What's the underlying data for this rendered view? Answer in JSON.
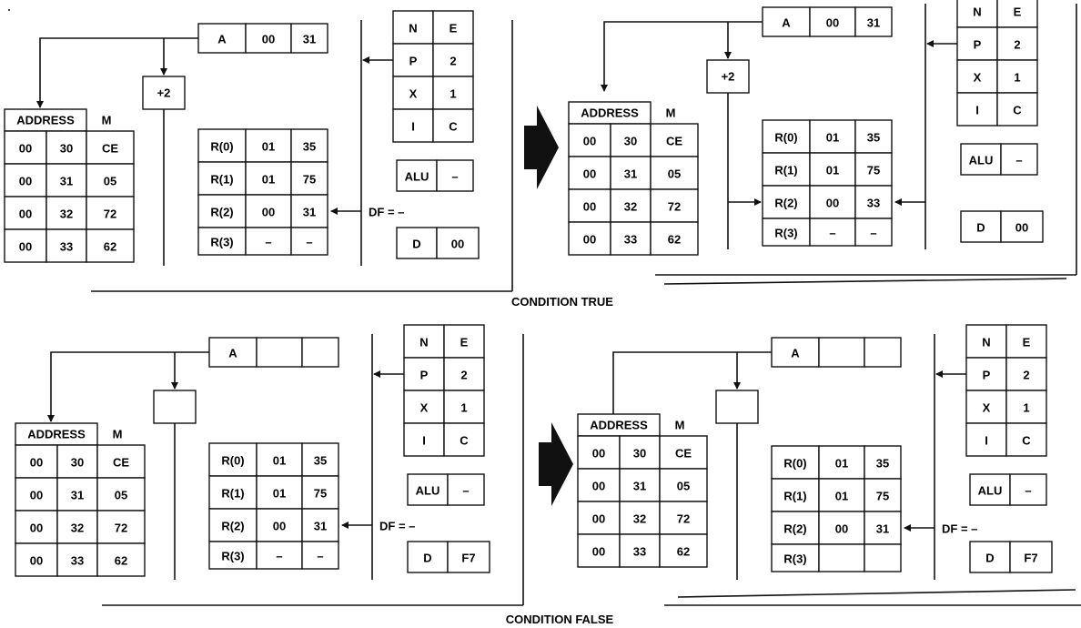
{
  "captions": {
    "condition_true": "CONDITION TRUE",
    "condition_false": "CONDITION FALSE"
  },
  "panels": [
    {
      "id": "true-before",
      "a_register": {
        "label": "A",
        "high": "00",
        "low": "31"
      },
      "adder_label": "+2",
      "memory": {
        "address_header": "ADDRESS",
        "m_header": "M",
        "rows": [
          [
            "00",
            "30",
            "CE"
          ],
          [
            "00",
            "31",
            "05"
          ],
          [
            "00",
            "32",
            "72"
          ],
          [
            "00",
            "33",
            "62"
          ]
        ]
      },
      "registers": [
        {
          "name": "R(0)",
          "high": "01",
          "low": "35"
        },
        {
          "name": "R(1)",
          "high": "01",
          "low": "75"
        },
        {
          "name": "R(2)",
          "high": "00",
          "low": "31"
        },
        {
          "name": "R(3)",
          "high": "–",
          "low": "–"
        }
      ],
      "control": [
        [
          "N",
          "E"
        ],
        [
          "P",
          "2"
        ],
        [
          "X",
          "1"
        ],
        [
          "I",
          "C"
        ]
      ],
      "alu": {
        "label": "ALU",
        "value": "–"
      },
      "df_label": "DF = –",
      "d_register": {
        "label": "D",
        "value": "00"
      }
    },
    {
      "id": "true-after",
      "a_register": {
        "label": "A",
        "high": "00",
        "low": "31"
      },
      "adder_label": "+2",
      "memory": {
        "address_header": "ADDRESS",
        "m_header": "M",
        "rows": [
          [
            "00",
            "30",
            "CE"
          ],
          [
            "00",
            "31",
            "05"
          ],
          [
            "00",
            "32",
            "72"
          ],
          [
            "00",
            "33",
            "62"
          ]
        ]
      },
      "registers": [
        {
          "name": "R(0)",
          "high": "01",
          "low": "35"
        },
        {
          "name": "R(1)",
          "high": "01",
          "low": "75"
        },
        {
          "name": "R(2)",
          "high": "00",
          "low": "33"
        },
        {
          "name": "R(3)",
          "high": "–",
          "low": "–"
        }
      ],
      "control": [
        [
          "N",
          "E"
        ],
        [
          "P",
          "2"
        ],
        [
          "X",
          "1"
        ],
        [
          "I",
          "C"
        ]
      ],
      "alu": {
        "label": "ALU",
        "value": "–"
      },
      "df_label": "",
      "d_register": {
        "label": "D",
        "value": "00"
      }
    },
    {
      "id": "false-before",
      "a_register": {
        "label": "A",
        "high": "",
        "low": ""
      },
      "adder_label": "",
      "memory": {
        "address_header": "ADDRESS",
        "m_header": "M",
        "rows": [
          [
            "00",
            "30",
            "CE"
          ],
          [
            "00",
            "31",
            "05"
          ],
          [
            "00",
            "32",
            "72"
          ],
          [
            "00",
            "33",
            "62"
          ]
        ]
      },
      "registers": [
        {
          "name": "R(0)",
          "high": "01",
          "low": "35"
        },
        {
          "name": "R(1)",
          "high": "01",
          "low": "75"
        },
        {
          "name": "R(2)",
          "high": "00",
          "low": "31"
        },
        {
          "name": "R(3)",
          "high": "–",
          "low": "–"
        }
      ],
      "control": [
        [
          "N",
          "E"
        ],
        [
          "P",
          "2"
        ],
        [
          "X",
          "1"
        ],
        [
          "I",
          "C"
        ]
      ],
      "alu": {
        "label": "ALU",
        "value": "–"
      },
      "df_label": "DF = –",
      "d_register": {
        "label": "D",
        "value": "F7"
      }
    },
    {
      "id": "false-after",
      "a_register": {
        "label": "A",
        "high": "",
        "low": ""
      },
      "adder_label": "",
      "memory": {
        "address_header": "ADDRESS",
        "m_header": "M",
        "rows": [
          [
            "00",
            "30",
            "CE"
          ],
          [
            "00",
            "31",
            "05"
          ],
          [
            "00",
            "32",
            "72"
          ],
          [
            "00",
            "33",
            "62"
          ]
        ]
      },
      "registers": [
        {
          "name": "R(0)",
          "high": "01",
          "low": "35"
        },
        {
          "name": "R(1)",
          "high": "01",
          "low": "75"
        },
        {
          "name": "R(2)",
          "high": "00",
          "low": "31"
        },
        {
          "name": "R(3)",
          "high": "",
          "low": ""
        }
      ],
      "control": [
        [
          "N",
          "E"
        ],
        [
          "P",
          "2"
        ],
        [
          "X",
          "1"
        ],
        [
          "I",
          "C"
        ]
      ],
      "alu": {
        "label": "ALU",
        "value": "–"
      },
      "df_label": "DF = –",
      "d_register": {
        "label": "D",
        "value": "F7"
      }
    }
  ]
}
